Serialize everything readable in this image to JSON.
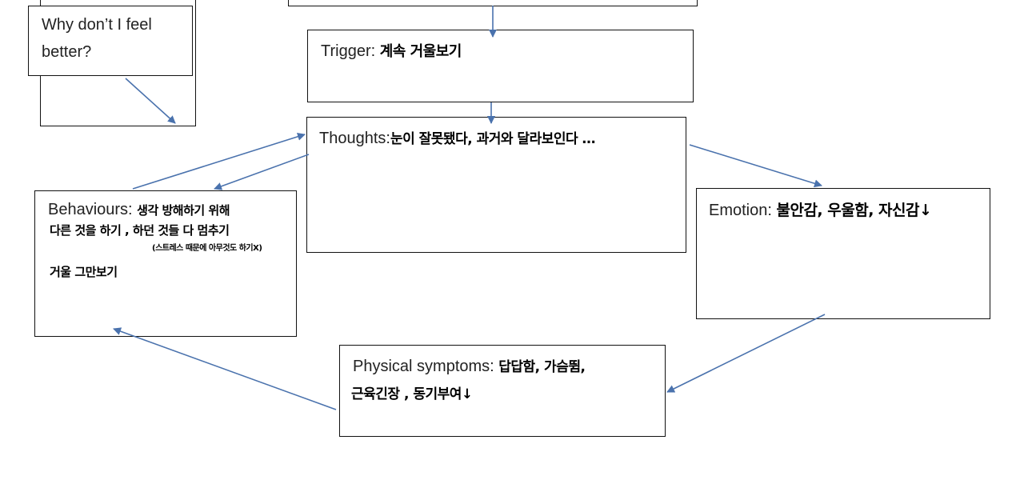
{
  "question": {
    "text_line1": "Why don’t I feel",
    "text_line2": "better?"
  },
  "trigger": {
    "label": "Trigger: ",
    "value": "계속 거울보기"
  },
  "thoughts": {
    "label": "Thoughts:",
    "value": "눈이 잘못됐다, 과거와 달라보인다 …"
  },
  "emotion": {
    "label": "Emotion: ",
    "value": "불안감, 우울함, 자신감↓"
  },
  "behaviours": {
    "label": "Behaviours: ",
    "line1_value": "생각 방해하기 위해",
    "line2": "다른 것을 하기 , 하던 것들 다 멈추기",
    "note": "(스트레스 때문에 아무것도 하기X)",
    "line3": "거울 그만보기"
  },
  "physical": {
    "label": "Physical symptoms: ",
    "line1_value": "답답함, 가슴뜀,",
    "line2": "근육긴장 , 동기부여↓"
  },
  "colors": {
    "arrow": "#4a72ad",
    "border": "#111111"
  }
}
